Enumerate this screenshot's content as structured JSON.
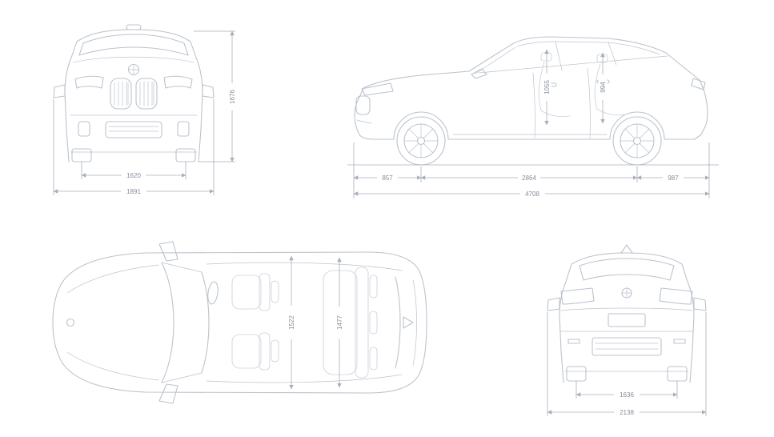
{
  "meta": {
    "background_color": "#ffffff",
    "car_line_color": "#bcc3cd",
    "dimension_line_color": "#a8afbb",
    "label_color": "#868d9b"
  },
  "views": {
    "front": {
      "dimensions": {
        "track": "1620",
        "overall_width": "1891",
        "height": "1676"
      }
    },
    "side": {
      "dimensions": {
        "front_overhang": "857",
        "wheelbase": "2864",
        "rear_overhang": "987",
        "overall_length": "4708",
        "cabin_front": "1055",
        "cabin_rear": "994"
      }
    },
    "top": {
      "dimensions": {
        "cabin_front_width": "1522",
        "cabin_rear_width": "1477"
      }
    },
    "rear": {
      "dimensions": {
        "track": "1636",
        "overall_width": "2138"
      }
    }
  }
}
